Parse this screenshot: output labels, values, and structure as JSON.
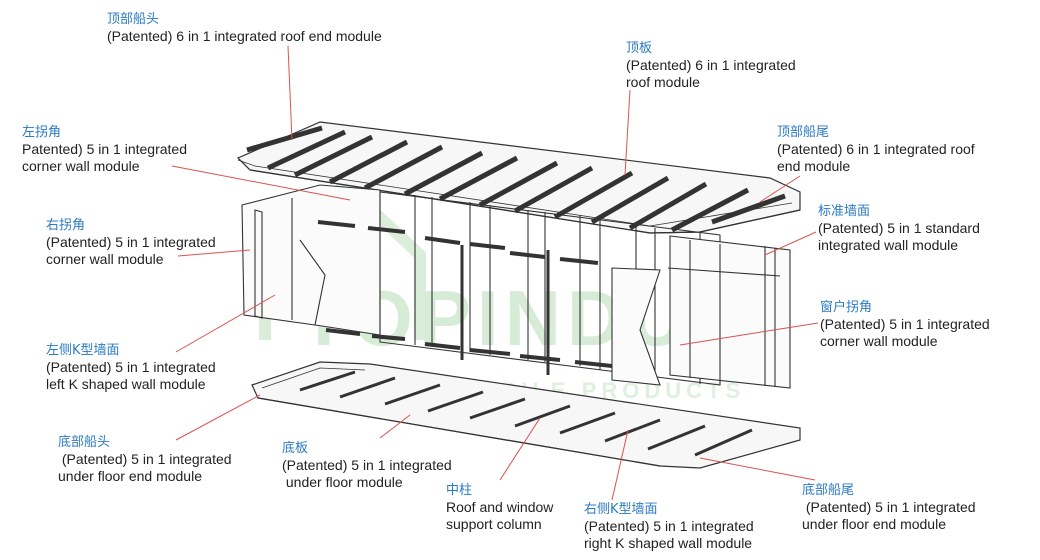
{
  "colors": {
    "chinese_label": "#2b7bc4",
    "english_label": "#222222",
    "leader_line": "#d9534f",
    "line_art": "#333333",
    "watermark": "#cfe8cf"
  },
  "watermark": {
    "brand": "TOPINDUS",
    "tagline": "MOBILE PRODUCTS"
  },
  "labels": {
    "roof_end_front": {
      "zh": "顶部船头",
      "en": "(Patented) 6 in 1 integrated roof end module"
    },
    "roof": {
      "zh": "顶板",
      "en": "(Patented) 6 in 1 integrated\nroof module"
    },
    "corner_left": {
      "zh": "左拐角",
      "en": "Patented) 5 in 1 integrated\ncorner wall module"
    },
    "roof_end_rear": {
      "zh": "顶部船尾",
      "en": "(Patented) 6 in 1 integrated roof\nend module"
    },
    "corner_right": {
      "zh": "右拐角",
      "en": "(Patented) 5 in 1 integrated\ncorner wall module"
    },
    "standard_wall": {
      "zh": "标准墙面",
      "en": "(Patented) 5 in 1 standard\nintegrated wall module"
    },
    "window_corner": {
      "zh": "窗户拐角",
      "en": "(Patented) 5 in 1 integrated\ncorner wall module"
    },
    "left_k_wall": {
      "zh": "左侧K型墙面",
      "en": "(Patented) 5 in 1 integrated\nleft K shaped wall module"
    },
    "floor_end_front": {
      "zh": "底部船头",
      "en": " (Patented) 5 in 1 integrated\nunder floor end module"
    },
    "floor": {
      "zh": "底板",
      "en": "(Patented) 5 in 1 integrated\n under floor module"
    },
    "center_column": {
      "zh": "中柱",
      "en": "Roof and window\nsupport column"
    },
    "right_k_wall": {
      "zh": "右侧K型墙面",
      "en": "(Patented) 5 in 1 integrated\nright K shaped wall module"
    },
    "floor_end_rear": {
      "zh": "底部船尾",
      "en": " (Patented) 5 in 1 integrated\nunder floor end module"
    }
  }
}
